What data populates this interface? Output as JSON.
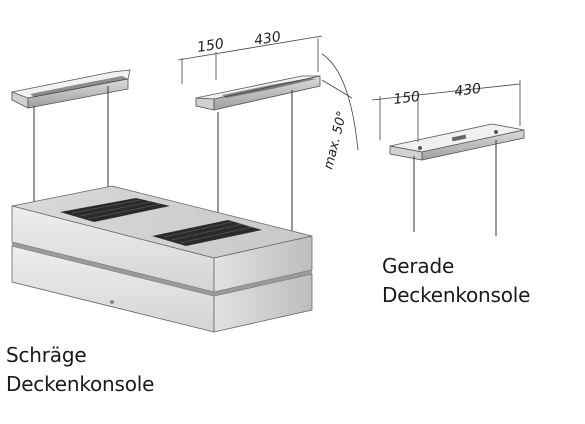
{
  "labels": {
    "slanted_caption_line1": "Schräge",
    "slanted_caption_line2": "Deckenkonsole",
    "straight_caption_line1": "Gerade",
    "straight_caption_line2": "Deckenkonsole"
  },
  "dimensions": {
    "slanted_offset": "150",
    "slanted_length": "430",
    "angle": "max. 50°",
    "straight_offset": "150",
    "straight_length": "430"
  }
}
